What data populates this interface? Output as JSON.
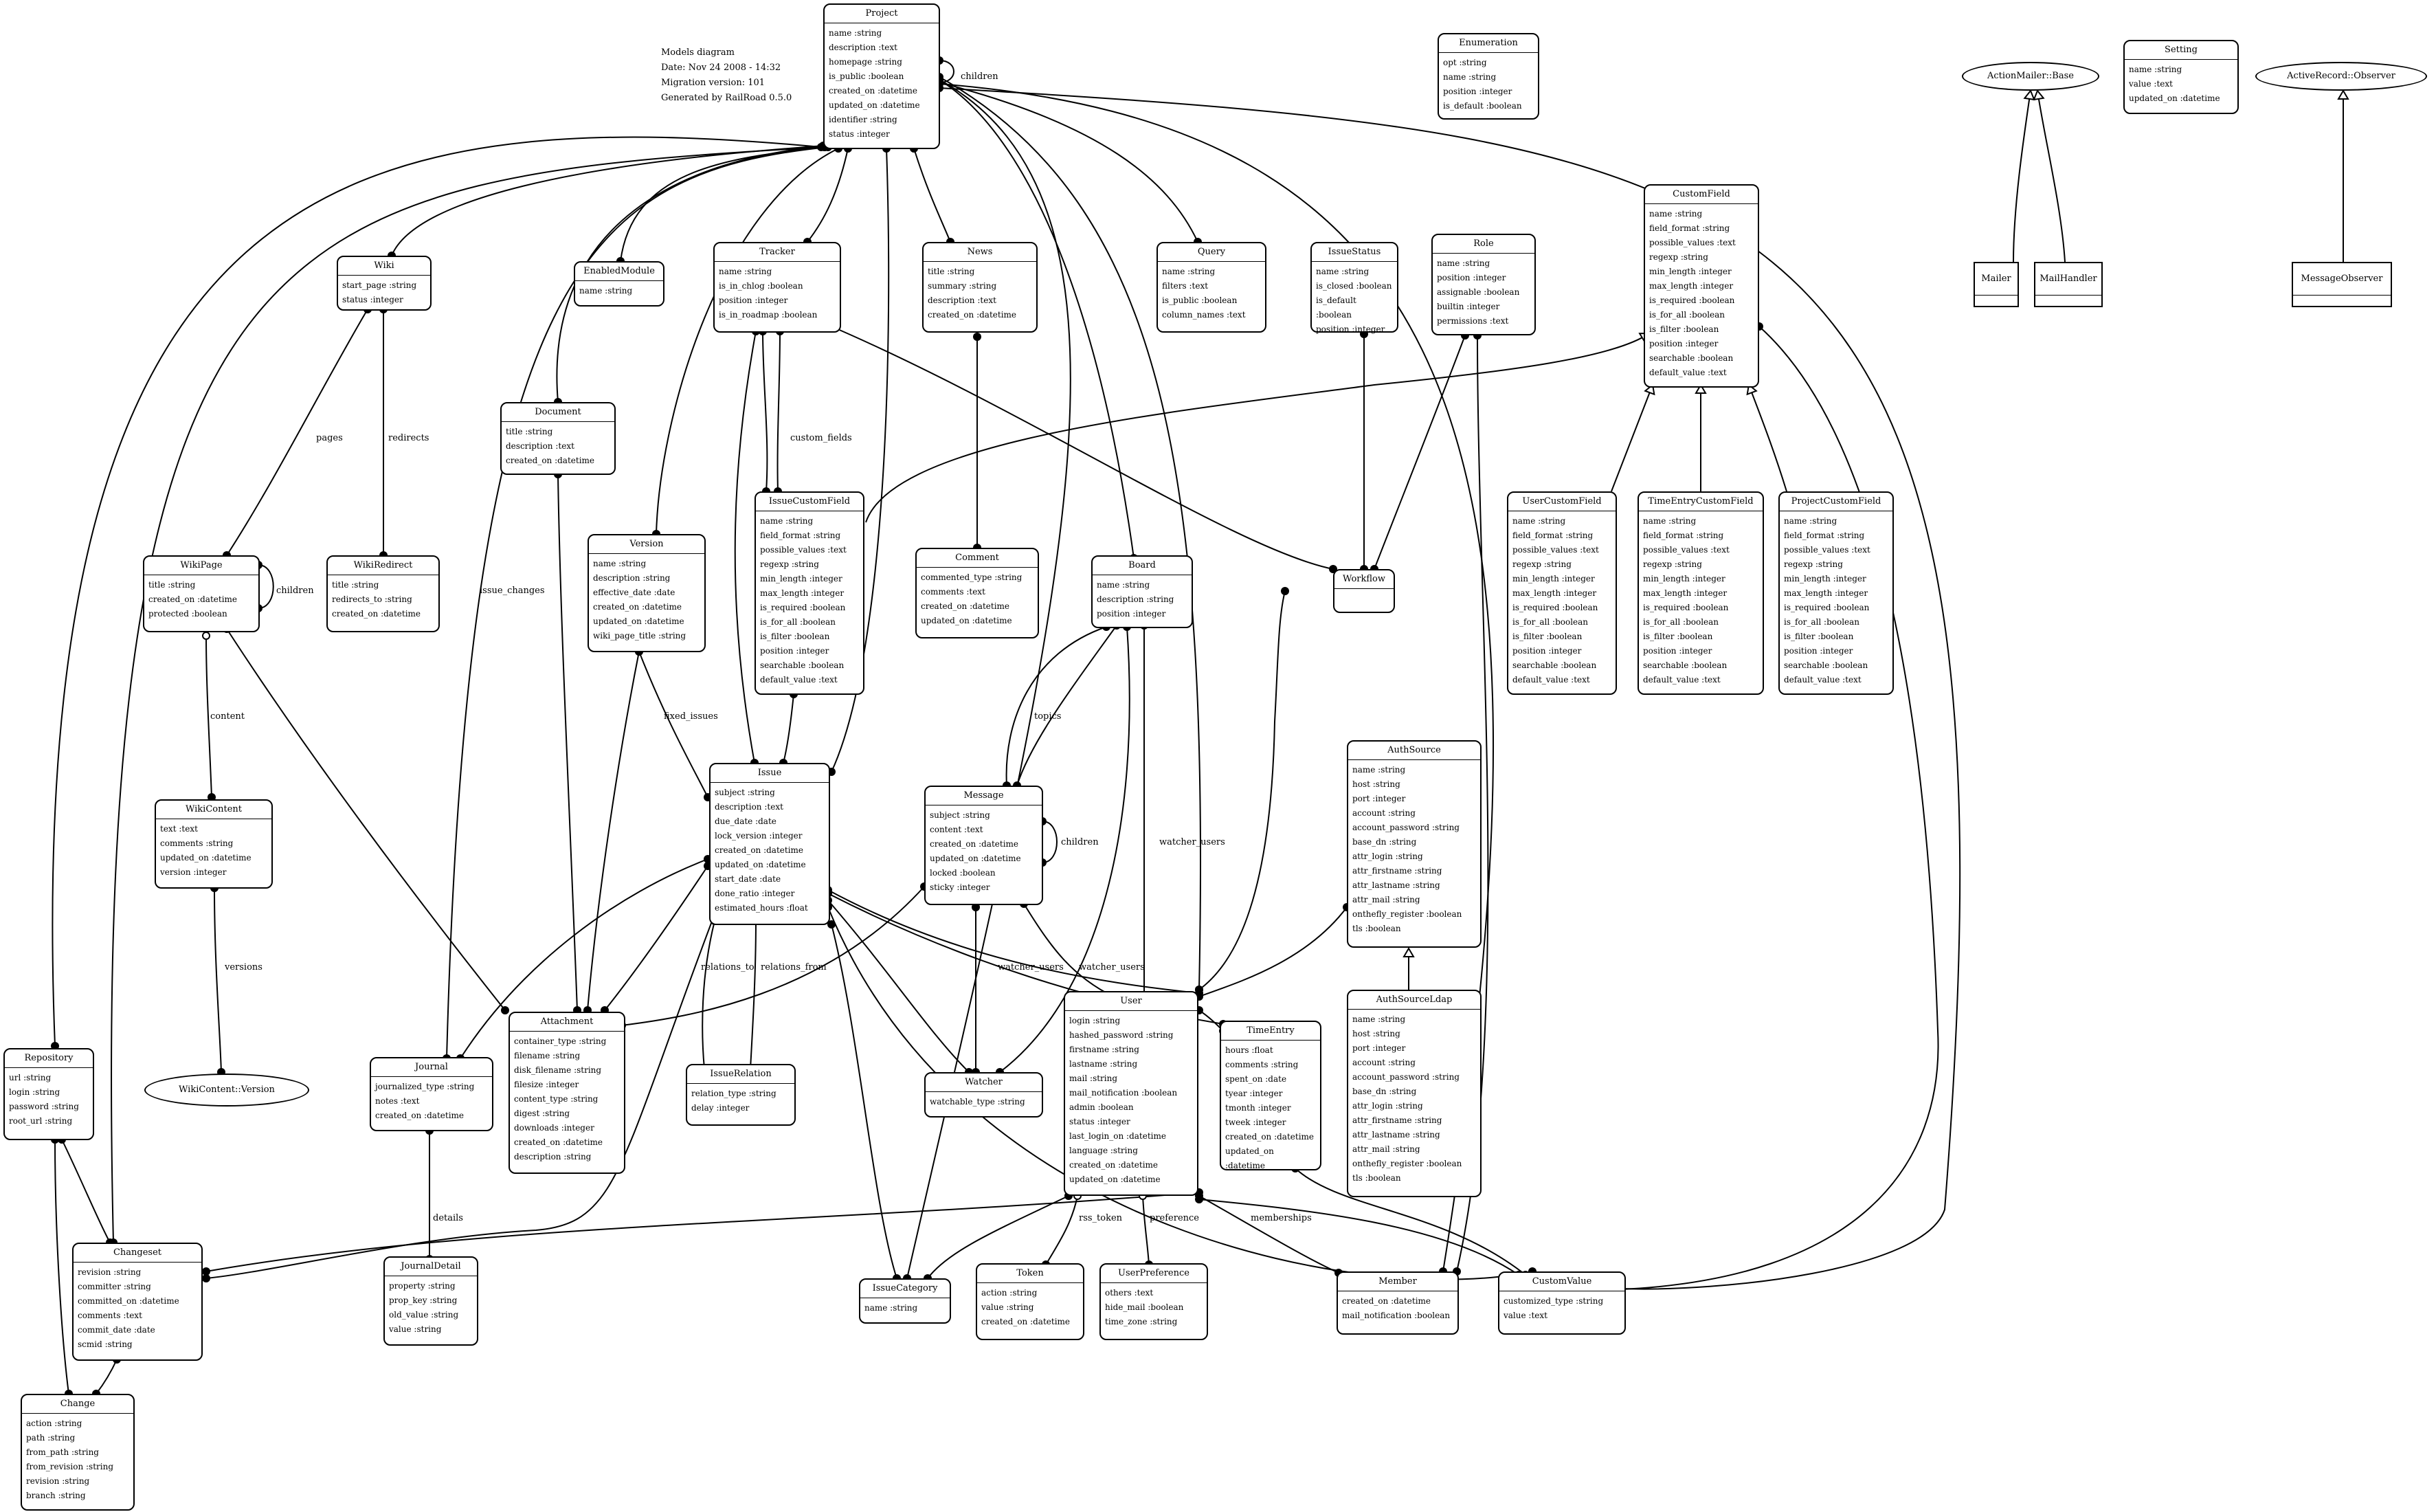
{
  "meta": [
    "Models diagram",
    "Date: Nov 24 2008 - 14:32",
    "Migration version: 101",
    "Generated by RailRoad 0.5.0"
  ],
  "nodes": {
    "project": {
      "title": "Project",
      "attrs": [
        "name :string",
        "description :text",
        "homepage :string",
        "is_public :boolean",
        "created_on :datetime",
        "updated_on :datetime",
        "identifier :string",
        "status :integer"
      ]
    },
    "enumeration": {
      "title": "Enumeration",
      "attrs": [
        "opt :string",
        "name :string",
        "position :integer",
        "is_default :boolean"
      ]
    },
    "setting": {
      "title": "Setting",
      "attrs": [
        "name :string",
        "value :text",
        "updated_on :datetime"
      ]
    },
    "wiki": {
      "title": "Wiki",
      "attrs": [
        "start_page :string",
        "status :integer"
      ]
    },
    "enabledmodule": {
      "title": "EnabledModule",
      "attrs": [
        "name :string"
      ]
    },
    "tracker": {
      "title": "Tracker",
      "attrs": [
        "name :string",
        "is_in_chlog :boolean",
        "position :integer",
        "is_in_roadmap :boolean"
      ]
    },
    "news": {
      "title": "News",
      "attrs": [
        "title :string",
        "summary :string",
        "description :text",
        "created_on :datetime"
      ]
    },
    "query": {
      "title": "Query",
      "attrs": [
        "name :string",
        "filters :text",
        "is_public :boolean",
        "column_names :text"
      ]
    },
    "issuestatus": {
      "title": "IssueStatus",
      "attrs": [
        "name :string",
        "is_closed :boolean",
        "is_default :boolean",
        "position :integer"
      ]
    },
    "role": {
      "title": "Role",
      "attrs": [
        "name :string",
        "position :integer",
        "assignable :boolean",
        "builtin :integer",
        "permissions :text"
      ]
    },
    "customfield": {
      "title": "CustomField",
      "attrs": [
        "name :string",
        "field_format :string",
        "possible_values :text",
        "regexp :string",
        "min_length :integer",
        "max_length :integer",
        "is_required :boolean",
        "is_for_all :boolean",
        "is_filter :boolean",
        "position :integer",
        "searchable :boolean",
        "default_value :text"
      ]
    },
    "document": {
      "title": "Document",
      "attrs": [
        "title :string",
        "description :text",
        "created_on :datetime"
      ]
    },
    "issuecustomfield": {
      "title": "IssueCustomField",
      "attrs": [
        "name :string",
        "field_format :string",
        "possible_values :text",
        "regexp :string",
        "min_length :integer",
        "max_length :integer",
        "is_required :boolean",
        "is_for_all :boolean",
        "is_filter :boolean",
        "position :integer",
        "searchable :boolean",
        "default_value :text"
      ]
    },
    "comment": {
      "title": "Comment",
      "attrs": [
        "commented_type :string",
        "comments :text",
        "created_on :datetime",
        "updated_on :datetime"
      ]
    },
    "board": {
      "title": "Board",
      "attrs": [
        "name :string",
        "description :string",
        "position :integer"
      ]
    },
    "workflow": {
      "title": "Workflow",
      "attrs": []
    },
    "usercustomfield": {
      "title": "UserCustomField",
      "attrs": [
        "name :string",
        "field_format :string",
        "possible_values :text",
        "regexp :string",
        "min_length :integer",
        "max_length :integer",
        "is_required :boolean",
        "is_for_all :boolean",
        "is_filter :boolean",
        "position :integer",
        "searchable :boolean",
        "default_value :text"
      ]
    },
    "timeentrycustomfield": {
      "title": "TimeEntryCustomField",
      "attrs": [
        "name :string",
        "field_format :string",
        "possible_values :text",
        "regexp :string",
        "min_length :integer",
        "max_length :integer",
        "is_required :boolean",
        "is_for_all :boolean",
        "is_filter :boolean",
        "position :integer",
        "searchable :boolean",
        "default_value :text"
      ]
    },
    "projectcustomfield": {
      "title": "ProjectCustomField",
      "attrs": [
        "name :string",
        "field_format :string",
        "possible_values :text",
        "regexp :string",
        "min_length :integer",
        "max_length :integer",
        "is_required :boolean",
        "is_for_all :boolean",
        "is_filter :boolean",
        "position :integer",
        "searchable :boolean",
        "default_value :text"
      ]
    },
    "wikipage": {
      "title": "WikiPage",
      "attrs": [
        "title :string",
        "created_on :datetime",
        "protected :boolean"
      ]
    },
    "wikiredirect": {
      "title": "WikiRedirect",
      "attrs": [
        "title :string",
        "redirects_to :string",
        "created_on :datetime"
      ]
    },
    "version": {
      "title": "Version",
      "attrs": [
        "name :string",
        "description :string",
        "effective_date :date",
        "created_on :datetime",
        "updated_on :datetime",
        "wiki_page_title :string"
      ]
    },
    "issue": {
      "title": "Issue",
      "attrs": [
        "subject :string",
        "description :text",
        "due_date :date",
        "lock_version :integer",
        "created_on :datetime",
        "updated_on :datetime",
        "start_date :date",
        "done_ratio :integer",
        "estimated_hours :float"
      ]
    },
    "message": {
      "title": "Message",
      "attrs": [
        "subject :string",
        "content :text",
        "created_on :datetime",
        "updated_on :datetime",
        "locked :boolean",
        "sticky :integer"
      ]
    },
    "authsource": {
      "title": "AuthSource",
      "attrs": [
        "name :string",
        "host :string",
        "port :integer",
        "account :string",
        "account_password :string",
        "base_dn :string",
        "attr_login :string",
        "attr_firstname :string",
        "attr_lastname :string",
        "attr_mail :string",
        "onthefly_register :boolean",
        "tls :boolean"
      ]
    },
    "wikicontent": {
      "title": "WikiContent",
      "attrs": [
        "text :text",
        "comments :string",
        "updated_on :datetime",
        "version :integer"
      ]
    },
    "repository": {
      "title": "Repository",
      "attrs": [
        "url :string",
        "login :string",
        "password :string",
        "root_url :string"
      ]
    },
    "journal": {
      "title": "Journal",
      "attrs": [
        "journalized_type :string",
        "notes :text",
        "created_on :datetime"
      ]
    },
    "attachment": {
      "title": "Attachment",
      "attrs": [
        "container_type :string",
        "filename :string",
        "disk_filename :string",
        "filesize :integer",
        "content_type :string",
        "digest :string",
        "downloads :integer",
        "created_on :datetime",
        "description :string"
      ]
    },
    "issuerelation": {
      "title": "IssueRelation",
      "attrs": [
        "relation_type :string",
        "delay :integer"
      ]
    },
    "watcher": {
      "title": "Watcher",
      "attrs": [
        "watchable_type :string"
      ]
    },
    "user": {
      "title": "User",
      "attrs": [
        "login :string",
        "hashed_password :string",
        "firstname :string",
        "lastname :string",
        "mail :string",
        "mail_notification :boolean",
        "admin :boolean",
        "status :integer",
        "last_login_on :datetime",
        "language :string",
        "created_on :datetime",
        "updated_on :datetime"
      ]
    },
    "timeentry": {
      "title": "TimeEntry",
      "attrs": [
        "hours :float",
        "comments :string",
        "spent_on :date",
        "tyear :integer",
        "tmonth :integer",
        "tweek :integer",
        "created_on :datetime",
        "updated_on :datetime"
      ]
    },
    "authsourceldap": {
      "title": "AuthSourceLdap",
      "attrs": [
        "name :string",
        "host :string",
        "port :integer",
        "account :string",
        "account_password :string",
        "base_dn :string",
        "attr_login :string",
        "attr_firstname :string",
        "attr_lastname :string",
        "attr_mail :string",
        "onthefly_register :boolean",
        "tls :boolean"
      ]
    },
    "changeset": {
      "title": "Changeset",
      "attrs": [
        "revision :string",
        "committer :string",
        "committed_on :datetime",
        "comments :text",
        "commit_date :date",
        "scmid :string"
      ]
    },
    "journaldetail": {
      "title": "JournalDetail",
      "attrs": [
        "property :string",
        "prop_key :string",
        "old_value :string",
        "value :string"
      ]
    },
    "issuecategory": {
      "title": "IssueCategory",
      "attrs": [
        "name :string"
      ]
    },
    "token": {
      "title": "Token",
      "attrs": [
        "action :string",
        "value :string",
        "created_on :datetime"
      ]
    },
    "userpreference": {
      "title": "UserPreference",
      "attrs": [
        "others :text",
        "hide_mail :boolean",
        "time_zone :string"
      ]
    },
    "member": {
      "title": "Member",
      "attrs": [
        "created_on :datetime",
        "mail_notification :boolean"
      ]
    },
    "customvalue": {
      "title": "CustomValue",
      "attrs": [
        "customized_type :string",
        "value :text"
      ]
    },
    "change": {
      "title": "Change",
      "attrs": [
        "action :string",
        "path :string",
        "from_path :string",
        "from_revision :string",
        "revision :string",
        "branch :string"
      ]
    }
  },
  "plain_nodes": {
    "mailer": {
      "title": "Mailer"
    },
    "mailhandler": {
      "title": "MailHandler"
    },
    "messageobserver": {
      "title": "MessageObserver"
    }
  },
  "ovals": {
    "actionmailer": "ActionMailer::Base",
    "activerecord": "ActiveRecord::Observer",
    "wikicontentversion": "WikiContent::Version"
  },
  "labels": {
    "children_project": "children",
    "pages": "pages",
    "redirects": "redirects",
    "custom_fields": "custom_fields",
    "issue_changes": "issue_changes",
    "children_wikipage": "children",
    "content": "content",
    "fixed_issues": "fixed_issues",
    "topics": "topics",
    "watcher_users_board": "watcher_users",
    "children_message": "children",
    "versions": "versions",
    "relations_to": "relations_to",
    "relations_from": "relations_from",
    "watcher_users_1": "watcher_users",
    "watcher_users_2": "watcher_users",
    "details": "details",
    "rss_token": "rss_token",
    "preference": "preference",
    "memberships": "memberships"
  }
}
